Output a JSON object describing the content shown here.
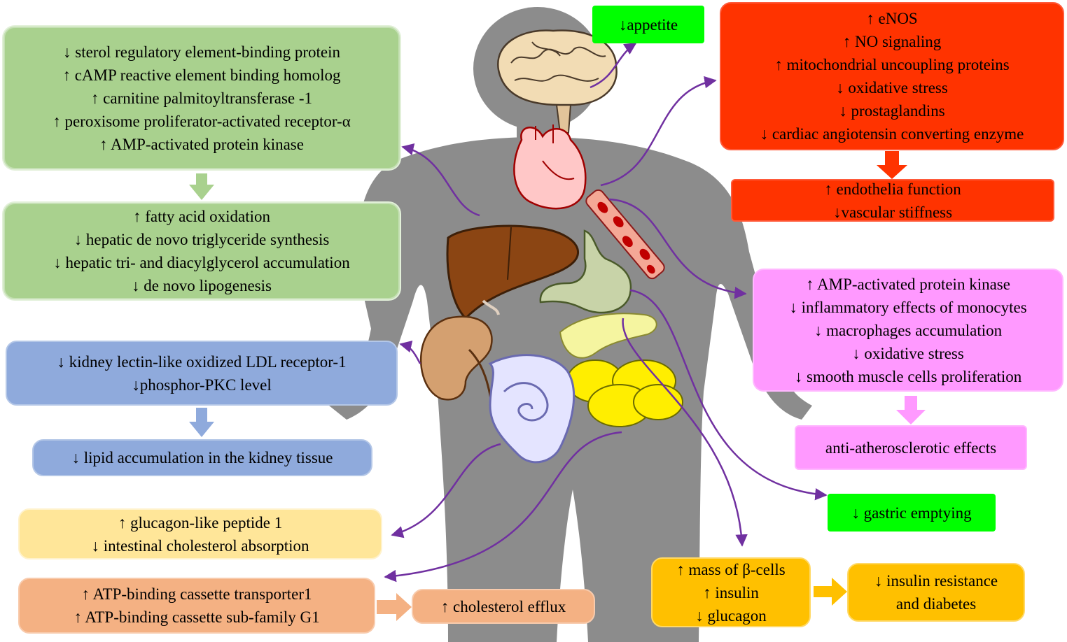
{
  "appetite": [
    "↓appetite"
  ],
  "liver_top": [
    "↓ sterol regulatory element-binding protein",
    "↑ cAMP reactive element binding homolog",
    "↑ carnitine palmitoyltransferase -1",
    "↑ peroxisome proliferator-activated receptor-α",
    "↑ AMP-activated protein kinase"
  ],
  "liver_bottom": [
    "↑ fatty acid oxidation",
    "↓ hepatic de novo triglyceride synthesis",
    "↓ hepatic tri- and diacylglycerol accumulation",
    "↓ de novo lipogenesis"
  ],
  "kidney_top": [
    "↓ kidney lectin-like oxidized LDL receptor-1",
    "↓phosphor-PKC level"
  ],
  "kidney_bottom": [
    "↓ lipid accumulation in the kidney tissue"
  ],
  "intestine": [
    "↑ glucagon-like peptide 1",
    "↓ intestinal cholesterol absorption"
  ],
  "fat_left": [
    "↑ ATP-binding cassette transporter1",
    "↑ ATP-binding cassette sub-family G1"
  ],
  "fat_right": [
    "↑ cholesterol efflux"
  ],
  "heart_top": [
    "↑ eNOS",
    "↑ NO signaling",
    "↑ mitochondrial uncoupling proteins",
    "↓ oxidative stress",
    "↓ prostaglandins",
    "↓ cardiac angiotensin converting enzyme"
  ],
  "heart_bottom": [
    "↑ endothelia function",
    "↓vascular stiffness"
  ],
  "vessel_top": [
    "↑ AMP-activated protein kinase",
    "↓ inflammatory effects of monocytes",
    "↓ macrophages accumulation",
    "↓ oxidative stress",
    "↓ smooth muscle cells proliferation"
  ],
  "vessel_bottom": [
    "anti-atherosclerotic effects"
  ],
  "stomach": [
    "↓ gastric emptying"
  ],
  "pancreas_left": [
    "↑ mass of β-cells",
    "↑ insulin",
    "↓ glucagon"
  ],
  "pancreas_right": [
    "↓ insulin resistance",
    "and diabetes"
  ],
  "colors": {
    "body": "#8c8c8c",
    "arrow": "#7030a0",
    "liver_box": "#a9d18e",
    "heart_box": "#ff3300",
    "vessel_box": "#ff99ff",
    "kidney_box": "#8faadc",
    "intestine_box": "#ffe699",
    "fat_box": "#f4b183",
    "pancreas_box": "#ffc000",
    "bright_green_box": "#00ff00"
  }
}
